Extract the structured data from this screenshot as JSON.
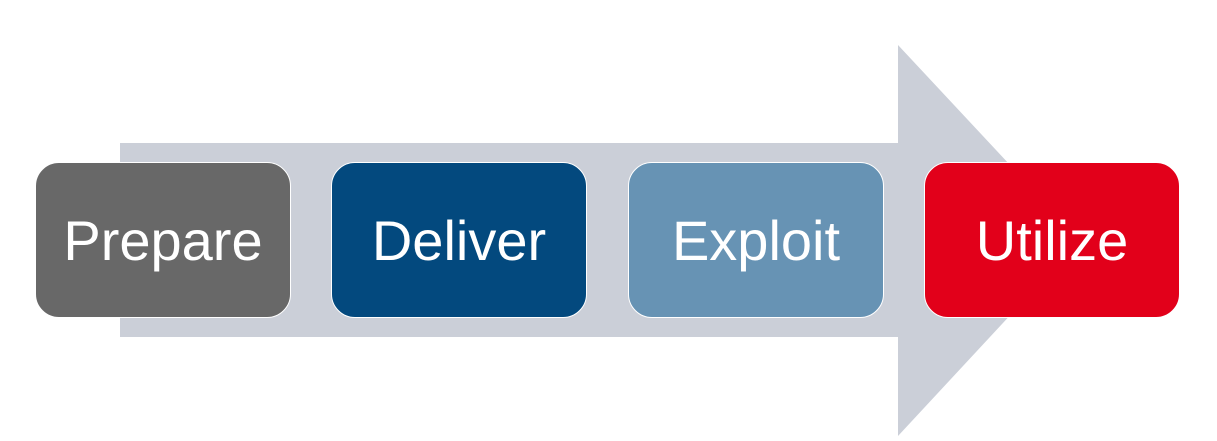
{
  "steps": [
    {
      "label": "Prepare",
      "color": "#686868"
    },
    {
      "label": "Deliver",
      "color": "#03497e"
    },
    {
      "label": "Exploit",
      "color": "#6793b4"
    },
    {
      "label": "Utilize",
      "color": "#e2001a"
    }
  ],
  "arrow_color": "#cbcfd8"
}
